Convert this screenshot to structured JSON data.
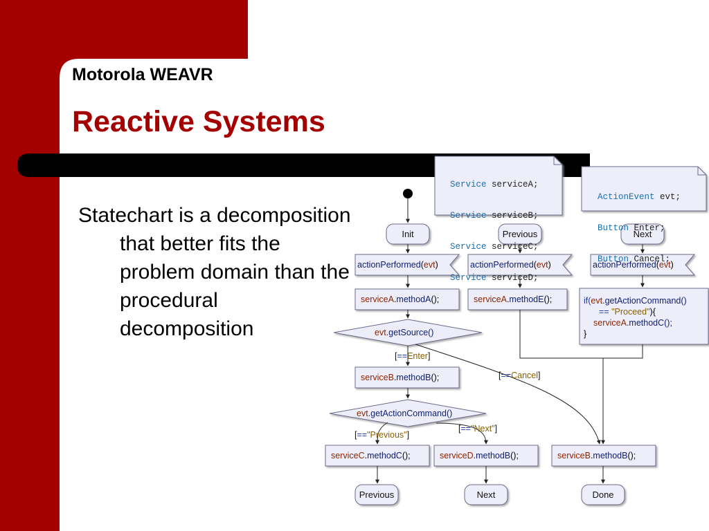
{
  "slide": {
    "subtitle": "Motorola WEAVR",
    "title": "Reactive Systems",
    "body": "Statechart is a decomposition that better fits the problem domain than the procedural decomposition"
  },
  "colors": {
    "brand_red": "#a50000",
    "dark_bar": "#000000",
    "node_fill": "#eeeefb",
    "node_border": "#6b6b8a"
  },
  "diagram": {
    "note1": [
      {
        "type": "Service",
        "name": "serviceA;"
      },
      {
        "type": "Service",
        "name": "serviceB;"
      },
      {
        "type": "Service",
        "name": "serviceC;"
      },
      {
        "type": "Service",
        "name": "serviceD;"
      }
    ],
    "note2": [
      {
        "type": "ActionEvent",
        "name": "evt;"
      },
      {
        "type": "Button",
        "name": "Enter;"
      },
      {
        "type": "Button",
        "name": "Cancel;"
      }
    ],
    "states": {
      "init": "Init",
      "previous_top": "Previous",
      "next_top": "Next",
      "previous_bottom": "Previous",
      "next_bottom": "Next",
      "done": "Done"
    },
    "signal": {
      "method": "actionPerformed",
      "open": "(",
      "arg": "evt",
      "close": ")"
    },
    "actions": {
      "a1": {
        "obj": "serviceA",
        "dot": ".",
        "method": "methodA",
        "rest": "();"
      },
      "a2": {
        "obj": "serviceA",
        "dot": ".",
        "method": "methodE",
        "rest": "();"
      },
      "b1": {
        "obj": "serviceB",
        "dot": ".",
        "method": "methodB",
        "rest": "();"
      },
      "c1": {
        "obj": "serviceC",
        "dot": ".",
        "method": "methodC",
        "rest": "();"
      },
      "d1": {
        "obj": "serviceD",
        "dot": ".",
        "method": "methodB",
        "rest": "();"
      },
      "b2": {
        "obj": "serviceB",
        "dot": ".",
        "method": "methodB",
        "rest": "();"
      }
    },
    "if_block": {
      "if_kw": "if(",
      "evt": "evt",
      "call": ".getActionCommand()",
      "eq": "==",
      "str": "\"Proceed\"",
      "brace": "){",
      "obj": "serviceA",
      "method": ".methodC();",
      "end": "}"
    },
    "decisions": {
      "d1": {
        "obj": "evt",
        "method": ".getSource()"
      },
      "d2": {
        "obj": "evt",
        "method": ".getActionCommand()"
      }
    },
    "guards": {
      "enter": {
        "open": "[",
        "eq": "==",
        "val": "Enter",
        "close": "]"
      },
      "cancel": {
        "open": "[",
        "eq": "==",
        "val": "Cancel",
        "close": "]"
      },
      "previous": {
        "open": "[",
        "eq": "==",
        "val": "\"Previous\"",
        "close": "]"
      },
      "next": {
        "open": "[",
        "eq": "==",
        "val": "\"Next\"",
        "close": "]"
      }
    }
  }
}
